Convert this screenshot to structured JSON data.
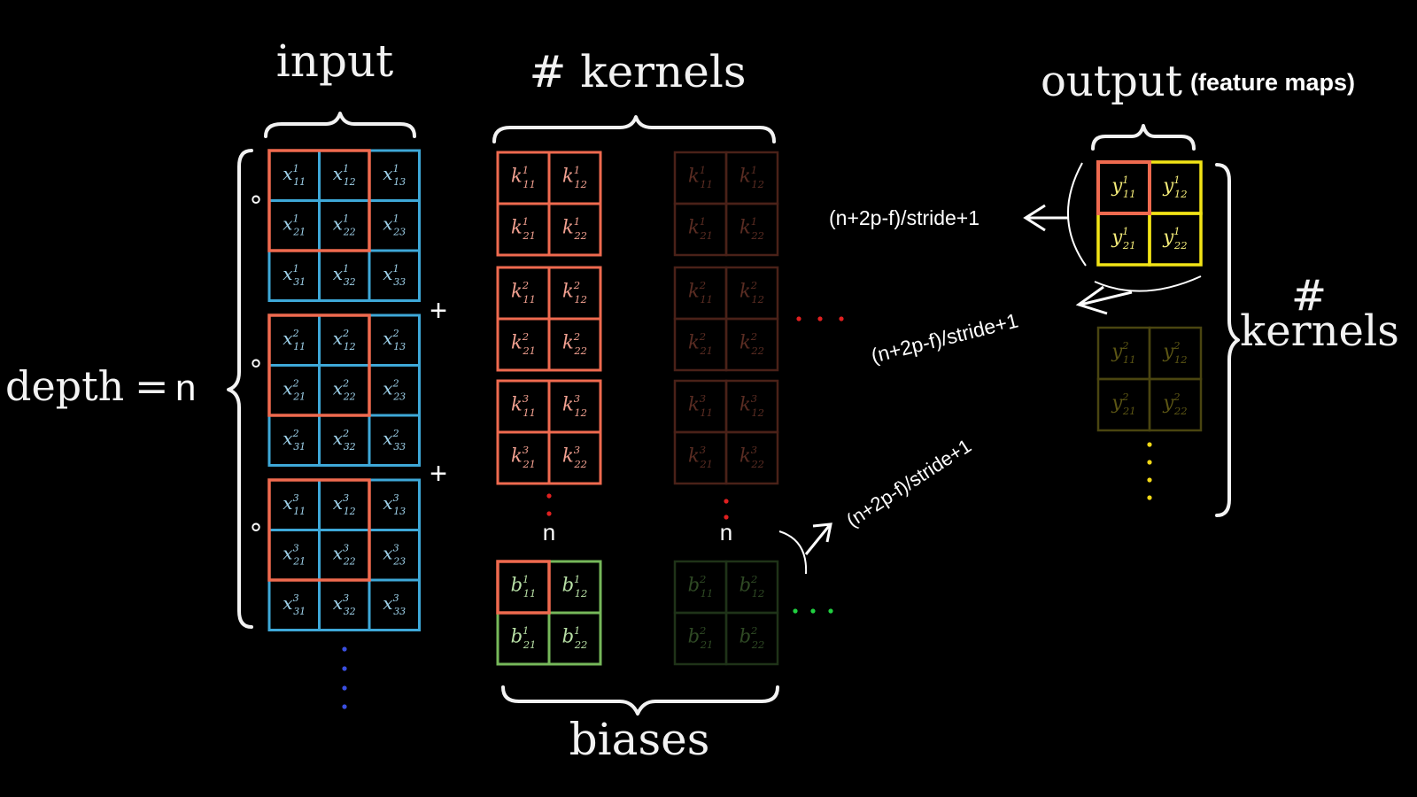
{
  "labels": {
    "input": "input",
    "kernels_header": "# kernels",
    "output": "output",
    "feature_maps": "(feature maps)",
    "depth": "depth",
    "depth_equals": "=",
    "depth_value": "n",
    "biases": "biases",
    "kernels_hash": "#",
    "kernels_word": "kernels",
    "plus": "+",
    "hadamard": "∘",
    "kernel_count_left": "n",
    "kernel_count_right": "n",
    "dim_formula_1": "(n+2p-f)/stride+1",
    "dim_formula_2": "(n+2p-f)/stride+1",
    "dim_formula_3": "(n+2p-f)/stride+1"
  },
  "input_blocks": [
    {
      "channel": "1",
      "rows": [
        [
          "11",
          "12",
          "13"
        ],
        [
          "21",
          "22",
          "23"
        ],
        [
          "31",
          "32",
          "33"
        ]
      ]
    },
    {
      "channel": "2",
      "rows": [
        [
          "11",
          "12",
          "13"
        ],
        [
          "21",
          "22",
          "23"
        ],
        [
          "31",
          "32",
          "33"
        ]
      ]
    },
    {
      "channel": "3",
      "rows": [
        [
          "11",
          "12",
          "13"
        ],
        [
          "21",
          "22",
          "23"
        ],
        [
          "31",
          "32",
          "33"
        ]
      ]
    }
  ],
  "kernel_blocks": [
    {
      "channel": "1",
      "rows": [
        [
          "11",
          "12"
        ],
        [
          "21",
          "22"
        ]
      ]
    },
    {
      "channel": "2",
      "rows": [
        [
          "11",
          "12"
        ],
        [
          "21",
          "22"
        ]
      ]
    },
    {
      "channel": "3",
      "rows": [
        [
          "11",
          "12"
        ],
        [
          "21",
          "22"
        ]
      ]
    }
  ],
  "bias_blocks": [
    {
      "index": "1",
      "rows": [
        [
          "11",
          "12"
        ],
        [
          "21",
          "22"
        ]
      ],
      "faded": false
    },
    {
      "index": "2",
      "rows": [
        [
          "11",
          "12"
        ],
        [
          "21",
          "22"
        ]
      ],
      "faded": true
    }
  ],
  "output_blocks": [
    {
      "index": "1",
      "rows": [
        [
          "11",
          "12"
        ],
        [
          "21",
          "22"
        ]
      ],
      "faded": false
    },
    {
      "index": "2",
      "rows": [
        [
          "11",
          "12"
        ],
        [
          "21",
          "22"
        ]
      ],
      "faded": true
    }
  ],
  "symbols": {
    "input": "x",
    "kernel": "k",
    "bias": "b",
    "output": "y"
  },
  "colors": {
    "background": "#000000",
    "input": "#3ea8d8",
    "kernel": "#ef6a4f",
    "kernel_faded": "#4a2118",
    "bias": "#76b85a",
    "bias_faded": "#1f3318",
    "output": "#f2e416",
    "output_faded": "#4a4510",
    "highlight": "#ef6a4f",
    "text": "#f2f2f2",
    "dots_blue": "#3a4fe0",
    "dots_red": "#e02020",
    "dots_green": "#20d040",
    "dots_yellow": "#f2d816"
  }
}
